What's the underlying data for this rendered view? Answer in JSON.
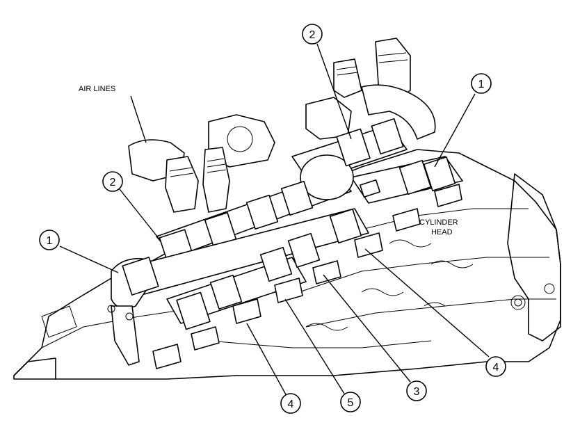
{
  "labels": {
    "air_lines": "AIR LINES",
    "cylinder_head_line1": "CYLINDER",
    "cylinder_head_line2": "HEAD"
  },
  "callouts": [
    {
      "id": "callout-1-left",
      "number": "1"
    },
    {
      "id": "callout-2-left",
      "number": "2"
    },
    {
      "id": "callout-2-top",
      "number": "2"
    },
    {
      "id": "callout-1-right",
      "number": "1"
    },
    {
      "id": "callout-4-right",
      "number": "4"
    },
    {
      "id": "callout-3",
      "number": "3"
    },
    {
      "id": "callout-5",
      "number": "5"
    },
    {
      "id": "callout-4-bottom",
      "number": "4"
    }
  ],
  "colors": {
    "line": "#000000",
    "background": "#ffffff"
  }
}
